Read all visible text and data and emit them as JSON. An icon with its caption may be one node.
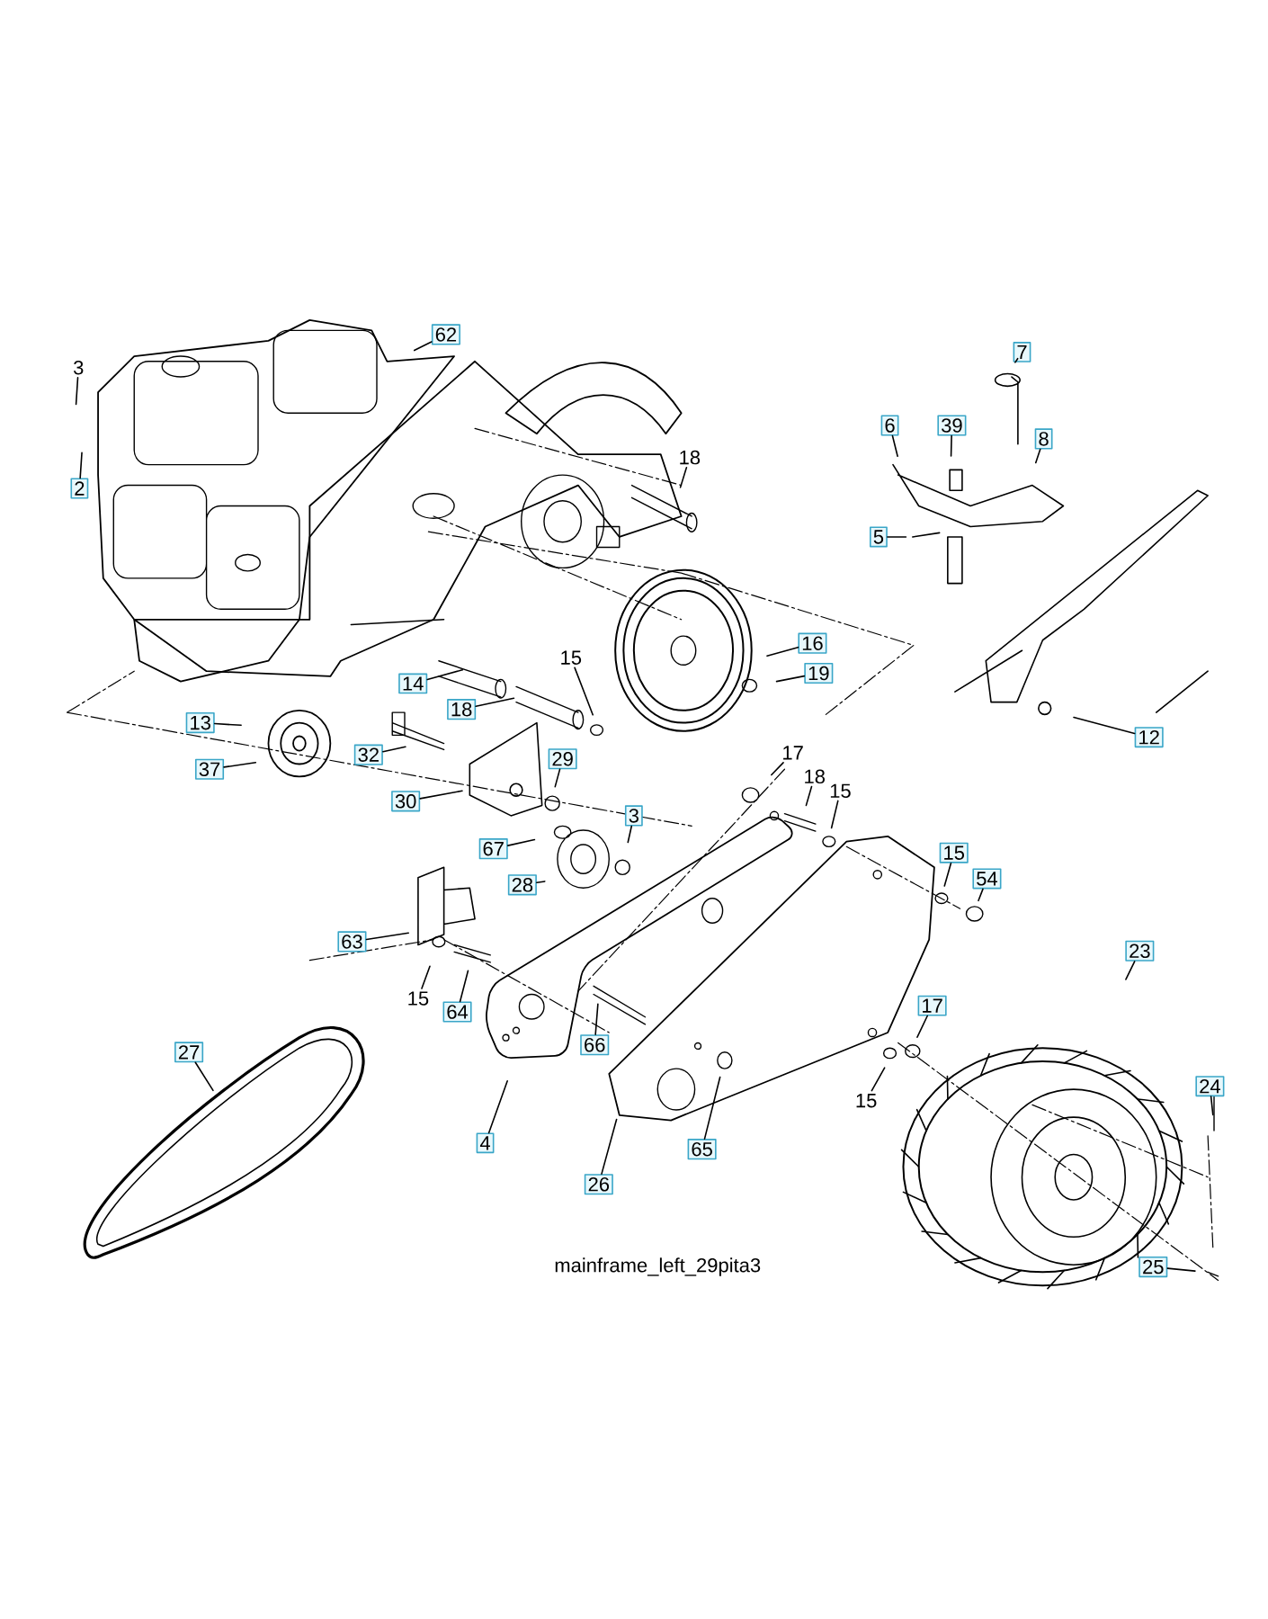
{
  "diagram": {
    "nodes": [
      {
        "text": [
          "62"
        ]
      },
      {
        "text": [
          "3"
        ]
      },
      {
        "text": [
          "7"
        ]
      },
      {
        "text": [
          "6"
        ]
      },
      {
        "text": [
          "39"
        ]
      },
      {
        "text": [
          "8"
        ]
      },
      {
        "text": [
          "18"
        ]
      },
      {
        "text": [
          "2"
        ]
      },
      {
        "text": [
          "5"
        ]
      },
      {
        "text": [
          "16"
        ]
      },
      {
        "text": [
          "15"
        ]
      },
      {
        "text": [
          "19"
        ]
      },
      {
        "text": [
          "14"
        ]
      },
      {
        "text": [
          "18"
        ]
      },
      {
        "text": [
          "13"
        ]
      },
      {
        "text": [
          "12"
        ]
      },
      {
        "text": [
          "17"
        ]
      },
      {
        "text": [
          "32"
        ]
      },
      {
        "text": [
          "29"
        ]
      },
      {
        "text": [
          "37"
        ]
      },
      {
        "text": [
          "18"
        ]
      },
      {
        "text": [
          "15"
        ]
      },
      {
        "text": [
          "30"
        ]
      },
      {
        "text": [
          "3"
        ]
      },
      {
        "text": [
          "67"
        ]
      },
      {
        "text": [
          "15"
        ]
      },
      {
        "text": [
          "54"
        ]
      },
      {
        "text": [
          "28"
        ]
      },
      {
        "text": [
          "63"
        ]
      },
      {
        "text": [
          "23"
        ]
      },
      {
        "text": [
          "15"
        ]
      },
      {
        "text": [
          "17"
        ]
      },
      {
        "text": [
          "64"
        ]
      },
      {
        "text": [
          "66"
        ]
      },
      {
        "text": [
          "27"
        ]
      },
      {
        "text": [
          "24"
        ]
      },
      {
        "text": [
          "15"
        ]
      },
      {
        "text": [
          "4"
        ]
      },
      {
        "text": [
          "65"
        ]
      },
      {
        "text": [
          "26"
        ]
      },
      {
        "text": [
          "25"
        ]
      }
    ],
    "edges": [
      {
        "from": 0,
        "to": null,
        "arrow": "none"
      },
      {
        "from": 1,
        "to": null,
        "arrow": "none"
      },
      {
        "from": 2,
        "to": null,
        "arrow": "none"
      },
      {
        "from": 3,
        "to": null,
        "arrow": "none"
      },
      {
        "from": 4,
        "to": null,
        "arrow": "none"
      },
      {
        "from": 5,
        "to": null,
        "arrow": "none"
      },
      {
        "from": 6,
        "to": null,
        "arrow": "none"
      },
      {
        "from": 7,
        "to": null,
        "arrow": "none"
      },
      {
        "from": 8,
        "to": null,
        "arrow": "none"
      },
      {
        "from": 9,
        "to": null,
        "arrow": "none"
      },
      {
        "from": 10,
        "to": null,
        "arrow": "none"
      },
      {
        "from": 11,
        "to": null,
        "arrow": "none"
      },
      {
        "from": 12,
        "to": null,
        "arrow": "none"
      },
      {
        "from": 13,
        "to": null,
        "arrow": "none"
      },
      {
        "from": 14,
        "to": null,
        "arrow": "none"
      },
      {
        "from": 15,
        "to": null,
        "arrow": "none"
      },
      {
        "from": 16,
        "to": null,
        "arrow": "none"
      },
      {
        "from": 17,
        "to": null,
        "arrow": "none"
      },
      {
        "from": 18,
        "to": null,
        "arrow": "none"
      },
      {
        "from": 19,
        "to": null,
        "arrow": "none"
      },
      {
        "from": 20,
        "to": null,
        "arrow": "none"
      },
      {
        "from": 21,
        "to": null,
        "arrow": "none"
      },
      {
        "from": 22,
        "to": null,
        "arrow": "none"
      },
      {
        "from": 23,
        "to": null,
        "arrow": "none"
      },
      {
        "from": 24,
        "to": null,
        "arrow": "none"
      },
      {
        "from": 25,
        "to": null,
        "arrow": "none"
      },
      {
        "from": 26,
        "to": null,
        "arrow": "none"
      },
      {
        "from": 27,
        "to": null,
        "arrow": "none"
      },
      {
        "from": 28,
        "to": null,
        "arrow": "none"
      },
      {
        "from": 29,
        "to": null,
        "arrow": "none"
      },
      {
        "from": 30,
        "to": null,
        "arrow": "none"
      },
      {
        "from": 31,
        "to": null,
        "arrow": "none"
      },
      {
        "from": 32,
        "to": null,
        "arrow": "none"
      },
      {
        "from": 33,
        "to": null,
        "arrow": "none"
      },
      {
        "from": 34,
        "to": null,
        "arrow": "none"
      },
      {
        "from": 35,
        "to": null,
        "arrow": "none"
      },
      {
        "from": 36,
        "to": null,
        "arrow": "none"
      },
      {
        "from": 37,
        "to": null,
        "arrow": "none"
      },
      {
        "from": 38,
        "to": null,
        "arrow": "none"
      },
      {
        "from": 39,
        "to": null,
        "arrow": "none"
      },
      {
        "from": 40,
        "to": null,
        "arrow": "none"
      }
    ],
    "labels": [
      "mainframe_left_29pita3"
    ]
  }
}
